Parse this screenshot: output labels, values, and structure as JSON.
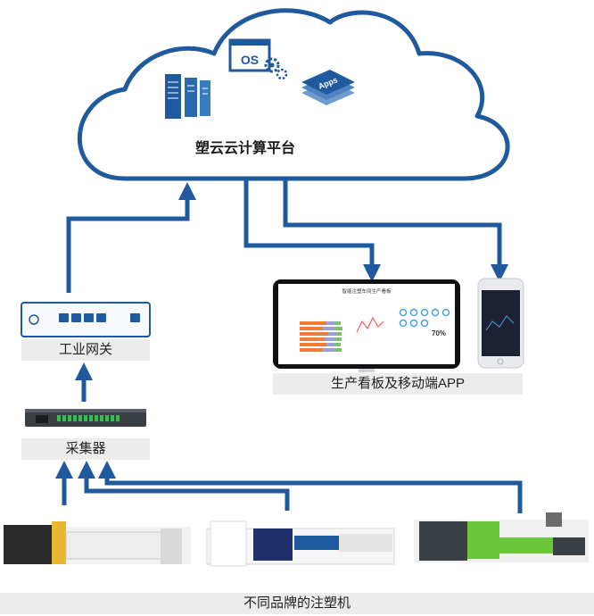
{
  "cloud": {
    "title": "塑云云计算平台",
    "os_label": "OS",
    "apps_label": "Apps"
  },
  "gateway": {
    "label": "工业网关"
  },
  "collector": {
    "label": "采集器"
  },
  "dashboard": {
    "label": "生产看板及移动端APP",
    "screen_title": "智能注塑车间生产看板",
    "percent": "70%"
  },
  "machines": {
    "label": "不同品牌的注塑机"
  },
  "colors": {
    "arrow": "#1f5a9e",
    "cloud_outline": "#1f5a9e",
    "label_bg": "#ececec",
    "machine_green": "#6cc63a"
  }
}
